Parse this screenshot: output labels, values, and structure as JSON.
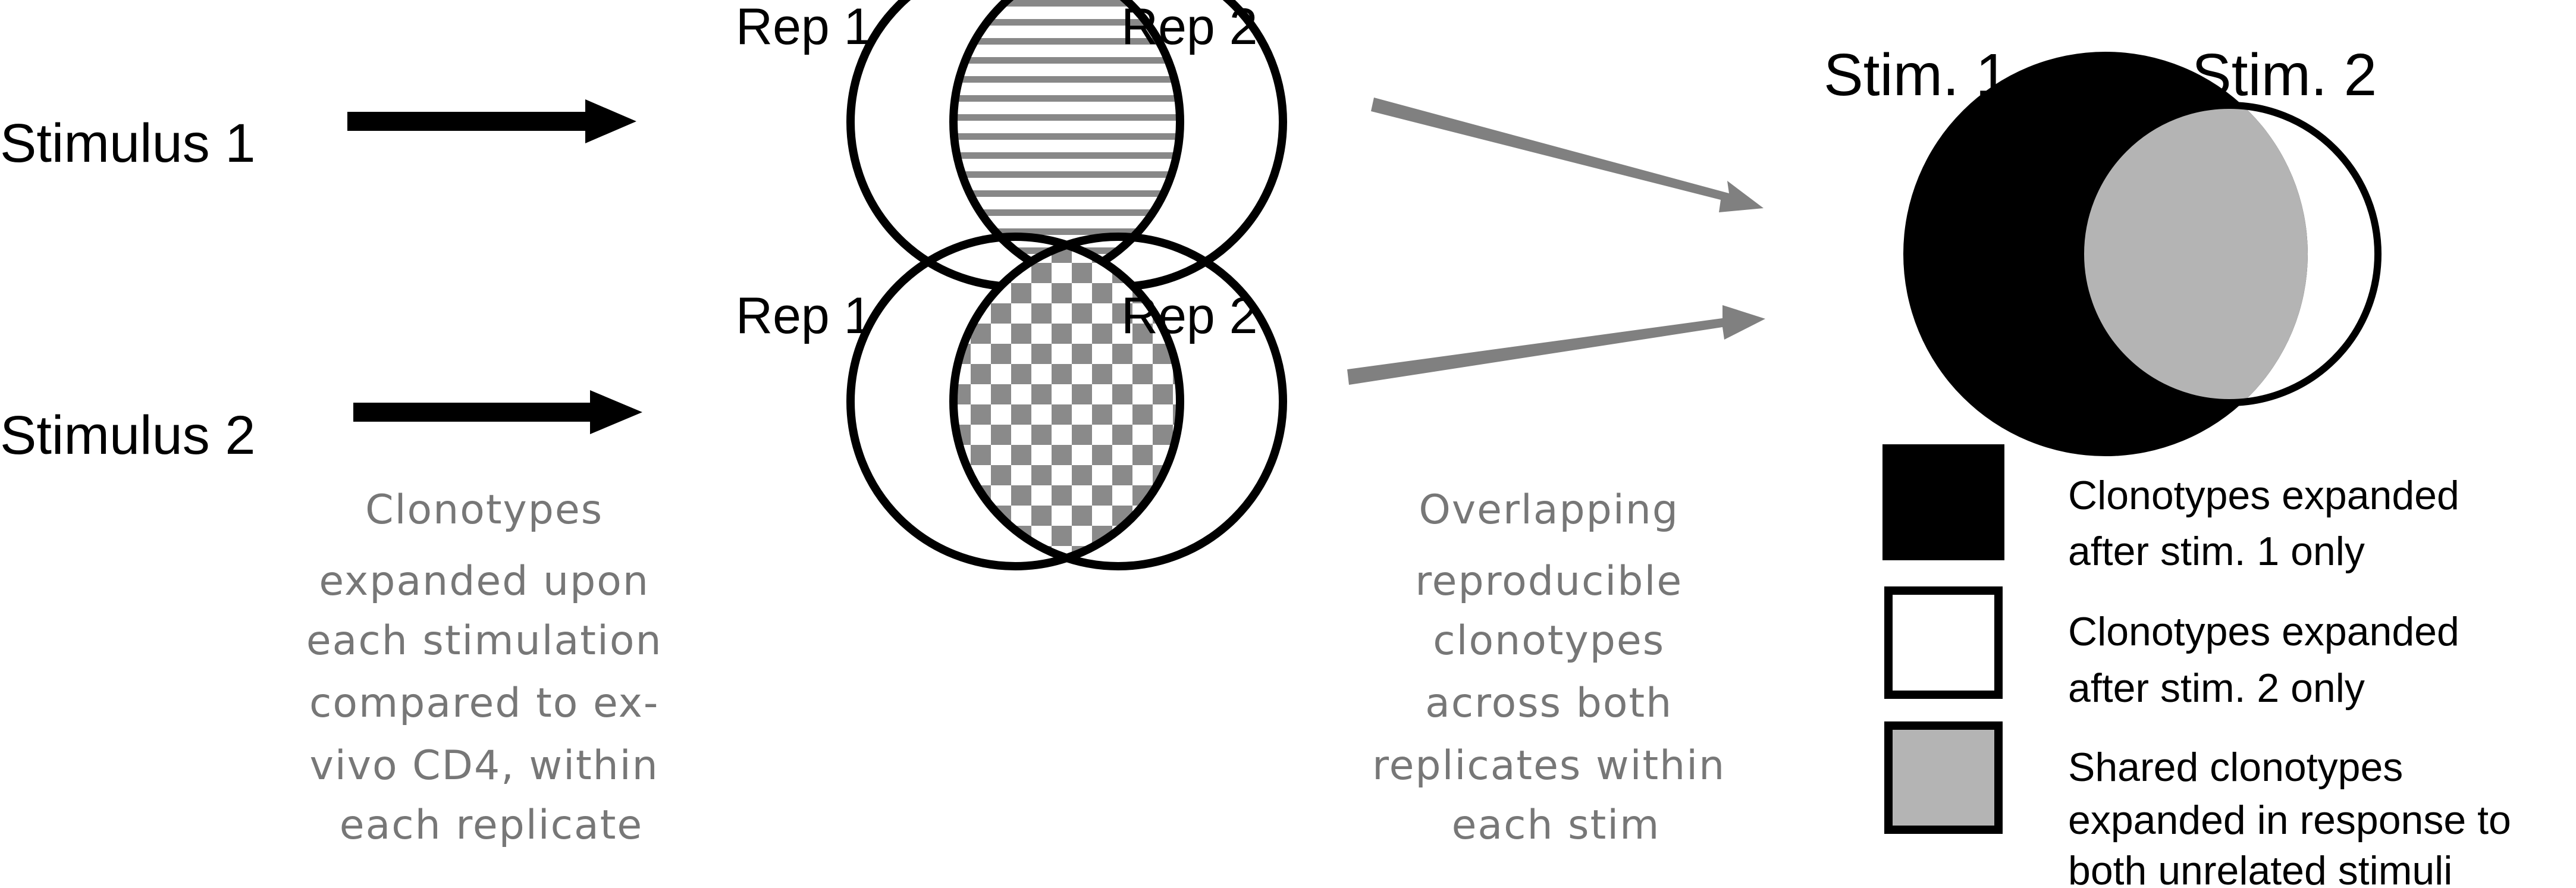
{
  "stimuli": [
    {
      "label": "Stimulus 1",
      "rep_a": "Rep 1",
      "rep_b": "Rep 2",
      "overlap_pattern": "horizontal-stripes"
    },
    {
      "label": "Stimulus 2",
      "rep_a": "Rep 1",
      "rep_b": "Rep 2",
      "overlap_pattern": "checkerboard"
    }
  ],
  "note_left": [
    "Clonotypes",
    "expanded upon",
    "each stimulation",
    "compared to ex-",
    "vivo CD4, within",
    "each replicate"
  ],
  "note_middle": [
    "Overlapping",
    "reproducible",
    "clonotypes",
    "across both",
    "replicates within",
    "each stim"
  ],
  "combined": {
    "left_label": "Stim. 1",
    "right_label": "Stim. 2"
  },
  "legend": [
    {
      "lines": [
        "Clonotypes expanded",
        "after stim. 1 only"
      ],
      "color": "#000000"
    },
    {
      "lines": [
        "Clonotypes expanded",
        "after stim. 2 only"
      ],
      "color": "#ffffff"
    },
    {
      "lines": [
        "Shared clonotypes",
        "expanded in response to",
        "both unrelated stimuli"
      ],
      "color": "#b4b4b4"
    }
  ],
  "colors": {
    "arrow_black": "#000000",
    "arrow_grey": "#808080",
    "note_text": "#777777",
    "overlap_fill": "#b4b4b4",
    "stripe": "#888888"
  }
}
